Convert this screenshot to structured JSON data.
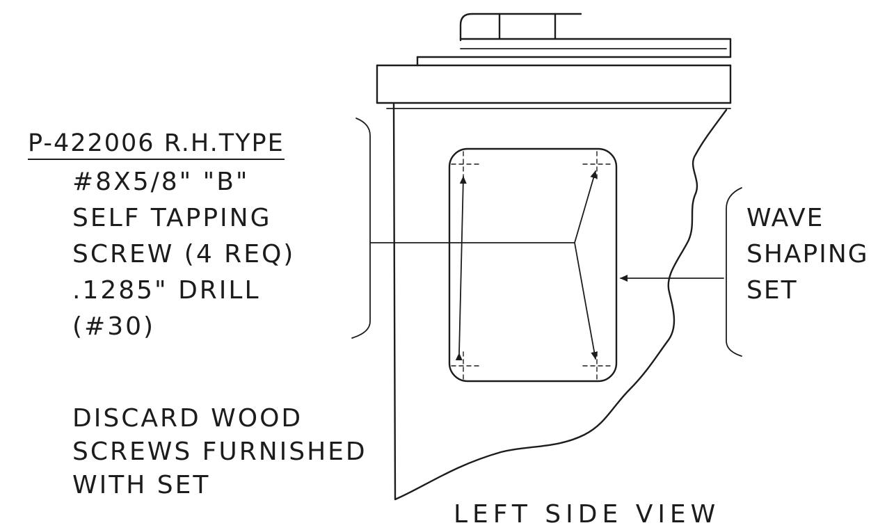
{
  "title": "LEFT SIDE VIEW",
  "part_label": "P-422006 R.H.TYPE",
  "screw_spec": [
    "#8X5/8\" \"B\"",
    "SELF TAPPING",
    "SCREW (4 REQ)",
    ".1285\" DRILL",
    "(#30)"
  ],
  "discard_note": [
    "DISCARD WOOD",
    "SCREWS FURNISHED",
    "WITH SET"
  ],
  "component_label": [
    "WAVE",
    "SHAPING",
    "SET"
  ],
  "icons": {
    "screw_holes": "crosshair-icon",
    "leader_arrows": "arrow-icon"
  },
  "colors": {
    "ink": "#1c1c1c",
    "paper": "#ffffff"
  }
}
